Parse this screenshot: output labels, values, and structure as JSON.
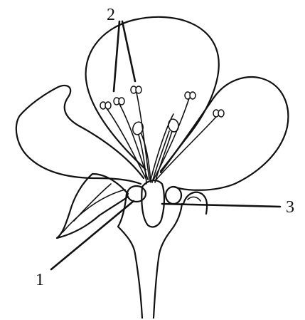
{
  "labels": {
    "label_1": "1",
    "label_2": "2",
    "label_3": "3"
  }
}
